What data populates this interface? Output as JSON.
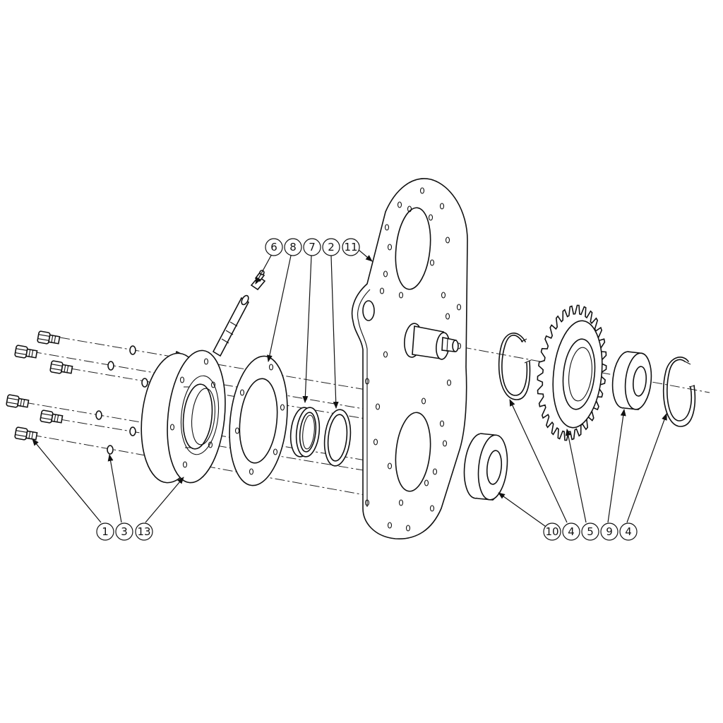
{
  "diagram": {
    "callouts_upper": [
      "6",
      "8",
      "7",
      "2",
      "11"
    ],
    "callouts_lower_left": [
      "1",
      "3",
      "13"
    ],
    "callouts_lower_right": [
      "10",
      "4",
      "5",
      "9",
      "4"
    ]
  }
}
